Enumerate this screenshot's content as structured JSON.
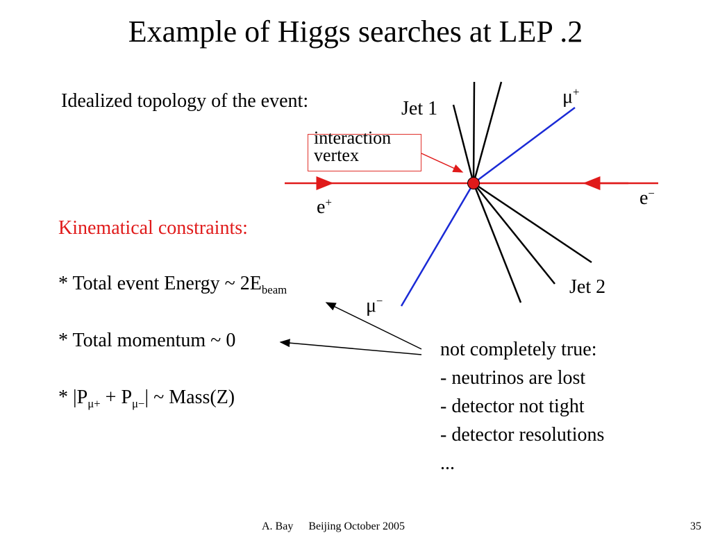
{
  "slide": {
    "title": "Example of Higgs searches at LEP .2",
    "intro": "Idealized topology of the event:",
    "constraints_title": "Kinematical constraints:",
    "constraint_energy": {
      "prefix": "* Total event Energy ~ 2E",
      "sub": "beam"
    },
    "constraint_momentum": "* Total momentum ~ 0",
    "constraint_mass": {
      "prefix": "* |P",
      "sub1": "μ+",
      "mid": " + P",
      "sub2": "μ−",
      "suffix": "| ~ Mass(Z)"
    }
  },
  "diagram": {
    "jet1_label": "Jet 1",
    "jet2_label": "Jet 2",
    "muplus": {
      "base": "μ",
      "sup": "+"
    },
    "muminus": {
      "base": "μ",
      "sup": "−"
    },
    "eplus": {
      "base": "e",
      "sup": "+"
    },
    "eminus": {
      "base": "e",
      "sup": "−"
    },
    "vertex_label": "interaction vertex",
    "colors": {
      "beam": "#e01a1a",
      "muon": "#1a2ad6",
      "jet": "#000000",
      "vertex": "#e01a1a",
      "box": "#e0302a"
    }
  },
  "note": {
    "lines": [
      "not completely true:",
      "- neutrinos are lost",
      "- detector not tight",
      "- detector resolutions",
      "..."
    ]
  },
  "footer": {
    "author": "A. Bay",
    "event": "Beijing October 2005",
    "page": "35"
  }
}
